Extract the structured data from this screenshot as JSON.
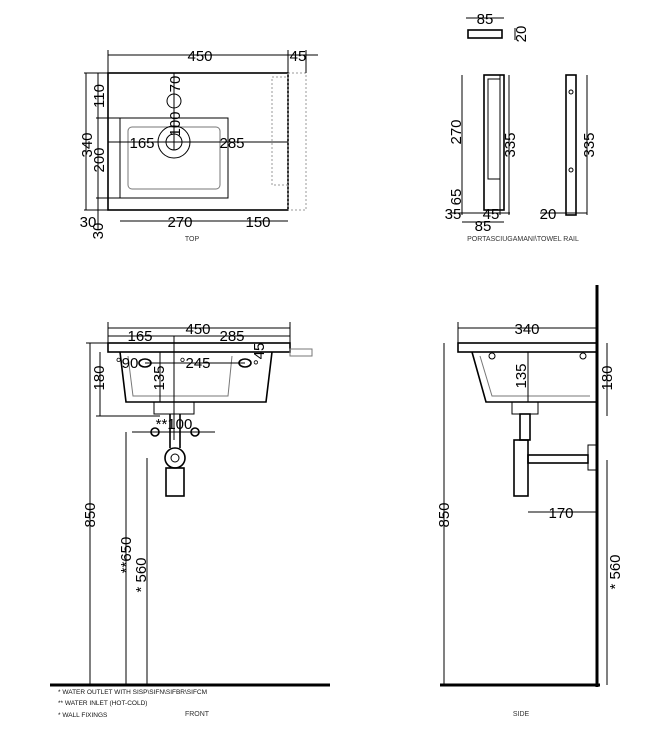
{
  "top_view": {
    "caption": "TOP",
    "dims": {
      "width": "450",
      "rail_offset": "45",
      "hole_offset": "110",
      "hole_dia": "70",
      "depth": "340",
      "bowl_depth": "200",
      "drain_left": "165",
      "drain_right": "285",
      "drain_dia": "100",
      "front_margin": "30",
      "front_margin2": "30",
      "bowl_width": "270",
      "right_margin": "150"
    }
  },
  "towel_rail": {
    "caption": "PORTASCIUGAMANI\\TOWEL RAIL",
    "dims": {
      "width_top": "85",
      "thick_top": "20",
      "inner_height": "270",
      "height": "335",
      "bottom_height": "65",
      "left": "35",
      "mid": "45",
      "width_bottom": "85",
      "side_height": "335",
      "side_depth": "20"
    }
  },
  "front_view": {
    "caption": "FRONT",
    "dims": {
      "width": "450",
      "left": "165",
      "right": "285",
      "hole_left": "°90",
      "hole_span": "°245",
      "hole_right": "°45",
      "height": "180",
      "drain_height": "135",
      "inlet_spacing": "**100",
      "floor_height": "850",
      "inlet_height": "**650",
      "outlet_height": "* 560"
    }
  },
  "side_view": {
    "caption": "SIDE",
    "dims": {
      "depth": "340",
      "drain_height": "135",
      "height": "180",
      "trap_depth": "170",
      "floor_height": "850",
      "outlet_height": "* 560"
    }
  },
  "notes": [
    "*  WATER OUTLET WITH SISP\\SIFN\\SIFBR\\SIFCM",
    "** WATER INLET  (HOT-COLD)",
    "* WALL FIXINGS"
  ]
}
